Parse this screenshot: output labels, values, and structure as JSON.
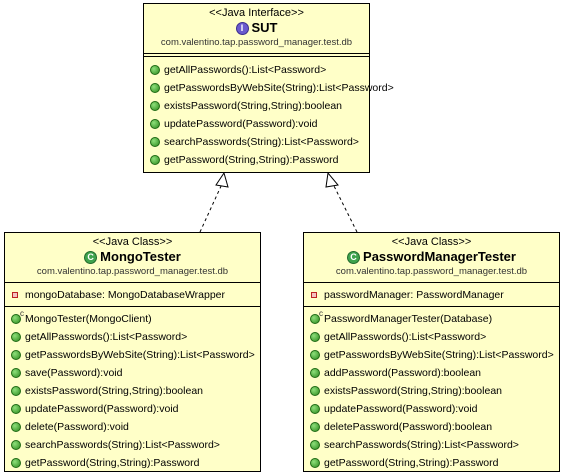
{
  "interface": {
    "stereotype": "<<Java Interface>>",
    "name": "SUT",
    "icon": "I",
    "package": "com.valentino.tap.password_manager.test.db",
    "methods": [
      "getAllPasswords():List<Password>",
      "getPasswordsByWebSite(String):List<Password>",
      "existsPassword(String,String):boolean",
      "updatePassword(Password):void",
      "searchPasswords(String):List<Password>",
      "getPassword(String,String):Password"
    ]
  },
  "mongo": {
    "stereotype": "<<Java Class>>",
    "name": "MongoTester",
    "icon": "C",
    "package": "com.valentino.tap.password_manager.test.db",
    "fields": [
      "mongoDatabase: MongoDatabaseWrapper"
    ],
    "methods": [
      "MongoTester(MongoClient)",
      "getAllPasswords():List<Password>",
      "getPasswordsByWebSite(String):List<Password>",
      "save(Password):void",
      "existsPassword(String,String):boolean",
      "updatePassword(Password):void",
      "delete(Password):void",
      "searchPasswords(String):List<Password>",
      "getPassword(String,String):Password"
    ]
  },
  "pmt": {
    "stereotype": "<<Java Class>>",
    "name": "PasswordManagerTester",
    "icon": "C",
    "package": "com.valentino.tap.password_manager.test.db",
    "fields": [
      "passwordManager: PasswordManager"
    ],
    "methods": [
      "PasswordManagerTester(Database)",
      "getAllPasswords():List<Password>",
      "getPasswordsByWebSite(String):List<Password>",
      "addPassword(Password):boolean",
      "existsPassword(String,String):boolean",
      "updatePassword(Password):void",
      "deletePassword(Password):boolean",
      "searchPasswords(String):List<Password>",
      "getPassword(String,String):Password"
    ]
  },
  "colors": {
    "box_fill": "#ffffc8",
    "public_icon": "#2e8b1e",
    "private_icon": "#b22222"
  }
}
